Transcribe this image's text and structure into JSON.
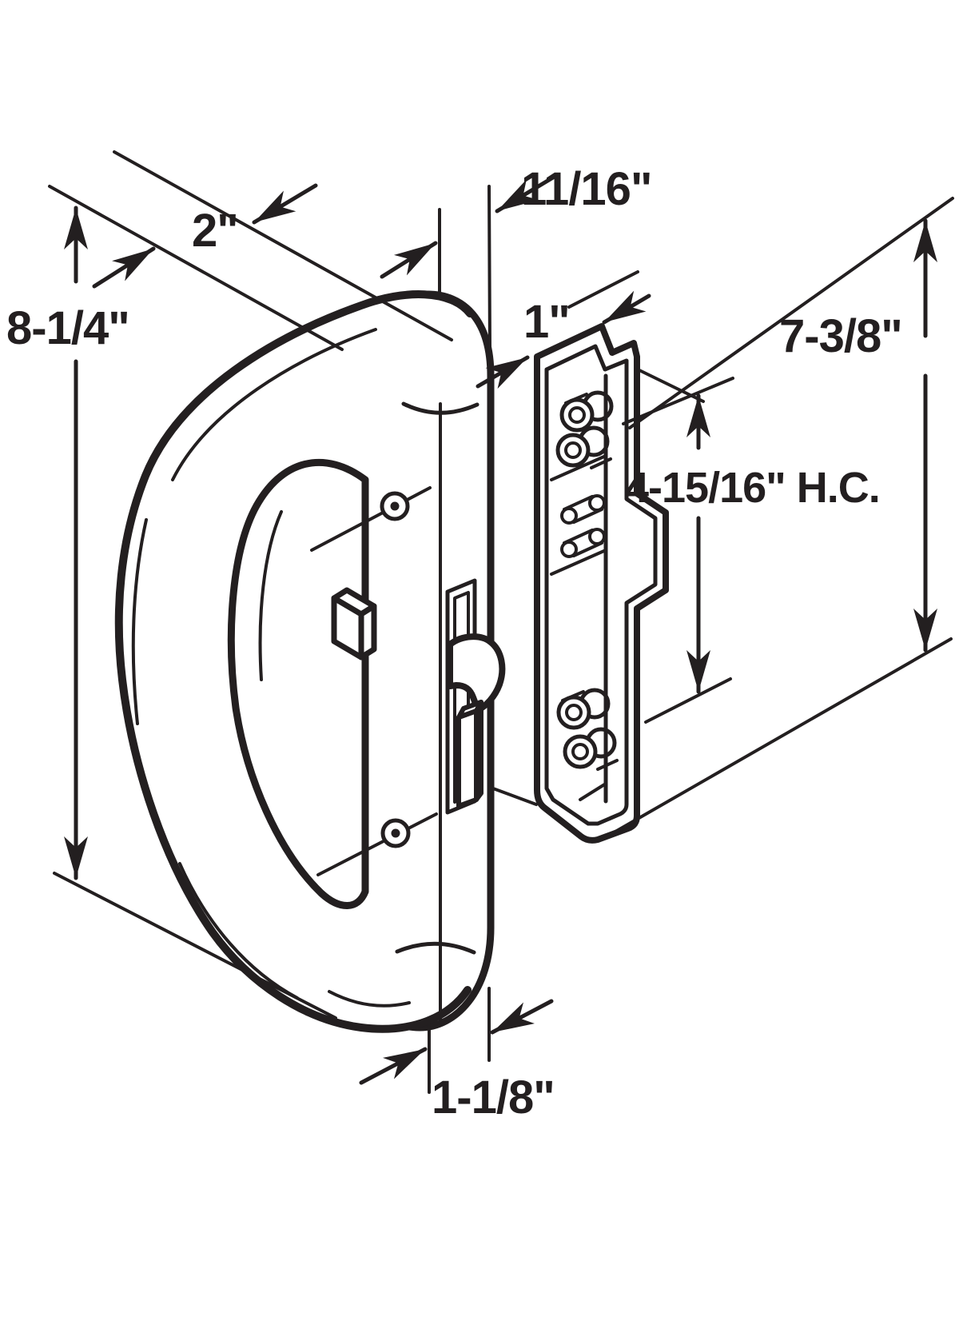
{
  "diagram": {
    "type": "technical-line-drawing",
    "subject": "Sliding patio door handle set with hook latch, shown exploded with inside mounting plate on door stile",
    "colors": {
      "line": "#231f20",
      "background": "#ffffff"
    },
    "dimensions": {
      "overall_height": "8-1/4\"",
      "stile_width": "2\"",
      "handle_offset": "11/16\"",
      "plate_depth": "1\"",
      "plate_height": "7-3/8\"",
      "hole_centers": "4-15/16\" H.C.",
      "handle_width": "1-1/8\""
    }
  }
}
